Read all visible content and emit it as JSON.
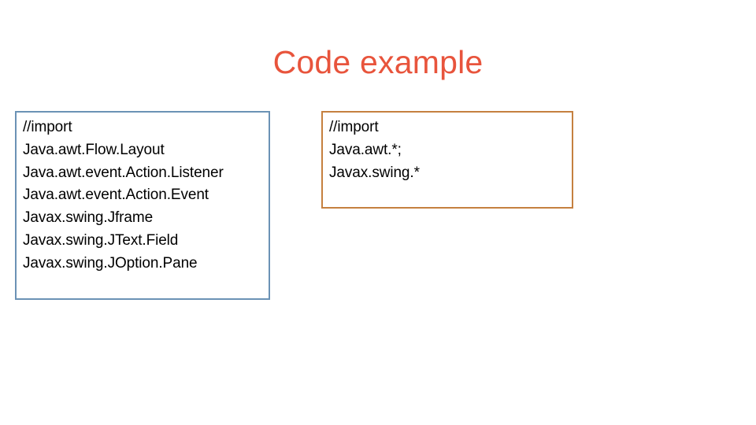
{
  "slide": {
    "title": "Code example",
    "title_color": "#E8543C",
    "background_color": "#FFFFFF"
  },
  "boxes": [
    {
      "id": "left-import-box",
      "border_color": "#6B92B5",
      "lines": [
        "//import",
        "Java.awt.Flow.Layout",
        "Java.awt.event.Action.Listener",
        "Java.awt.event.Action.Event",
        "Javax.swing.Jframe",
        "Javax.swing.JText.Field",
        "Javax.swing.JOption.Pane"
      ]
    },
    {
      "id": "right-import-box",
      "border_color": "#C5803F",
      "lines": [
        "//import",
        "Java.awt.*;",
        "Javax.swing.*"
      ]
    }
  ]
}
